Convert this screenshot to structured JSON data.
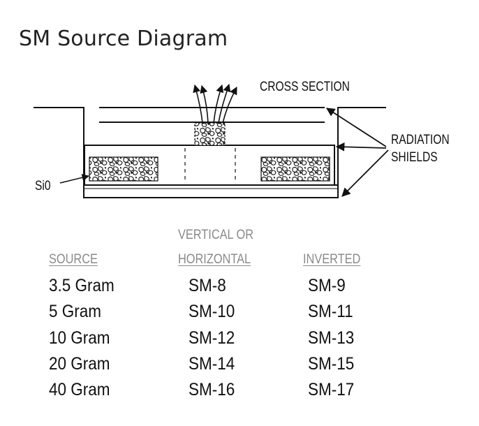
{
  "page": {
    "title": "SM Source Diagram"
  },
  "diagram": {
    "label_cross_section": "CROSS SECTION",
    "label_radiation_line1": "RADIATION",
    "label_radiation_line2": "SHIELDS",
    "label_material": "Si0"
  },
  "table": {
    "headers": {
      "source": "SOURCE",
      "orientation_line1": "VERTICAL OR",
      "orientation_line2": "HORIZONTAL",
      "inverted": "INVERTED"
    },
    "rows": [
      {
        "source": "3.5 Gram",
        "vertical": "SM-8",
        "inverted": "SM-9"
      },
      {
        "source": "5 Gram",
        "vertical": "SM-10",
        "inverted": "SM-11"
      },
      {
        "source": "10 Gram",
        "vertical": "SM-12",
        "inverted": "SM-13"
      },
      {
        "source": "20 Gram",
        "vertical": "SM-14",
        "inverted": "SM-15"
      },
      {
        "source": "40 Gram",
        "vertical": "SM-16",
        "inverted": "SM-17"
      }
    ]
  }
}
